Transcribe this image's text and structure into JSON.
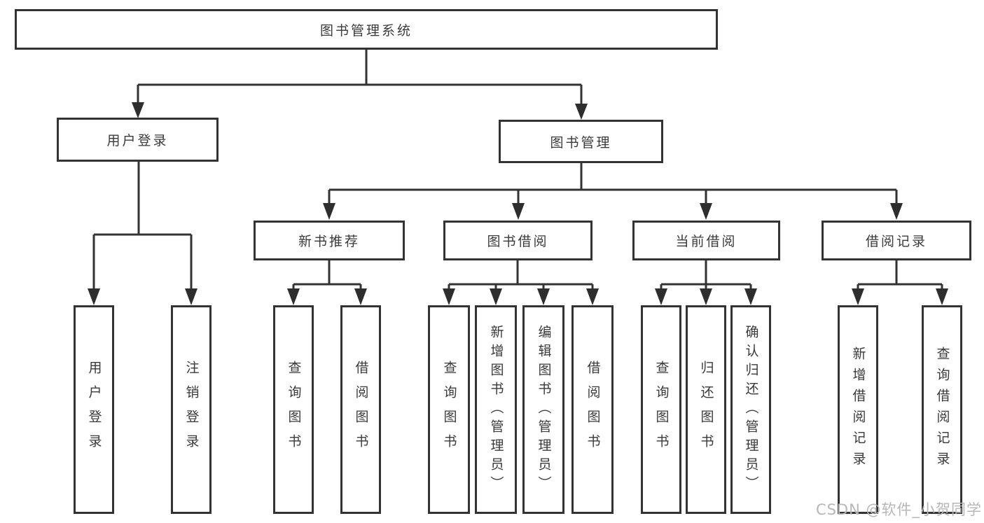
{
  "root": {
    "label": "图书管理系统"
  },
  "watermark": "CSDN @软件_小贺同学",
  "colors": {
    "line": "#333333",
    "text": "#3a3a3a",
    "box_bg": "#ffffff",
    "watermark": "#b7b7b7"
  },
  "branches": [
    {
      "label": "用户登录",
      "children": [
        {
          "label": "用户登录"
        },
        {
          "label": "注销登录"
        }
      ]
    },
    {
      "label": "图书管理",
      "groups": [
        {
          "label": "新书推荐",
          "children": [
            {
              "label": "查询图书"
            },
            {
              "label": "借阅图书"
            }
          ]
        },
        {
          "label": "图书借阅",
          "children": [
            {
              "label": "查询图书"
            },
            {
              "label": "新增图书（管理员）"
            },
            {
              "label": "编辑图书（管理员）"
            },
            {
              "label": "借阅图书"
            }
          ]
        },
        {
          "label": "当前借阅",
          "children": [
            {
              "label": "查询图书"
            },
            {
              "label": "归还图书"
            },
            {
              "label": "确认归还（管理员）"
            }
          ]
        },
        {
          "label": "借阅记录",
          "children": [
            {
              "label": "新增借阅记录"
            },
            {
              "label": "查询借阅记录"
            }
          ]
        }
      ]
    }
  ]
}
